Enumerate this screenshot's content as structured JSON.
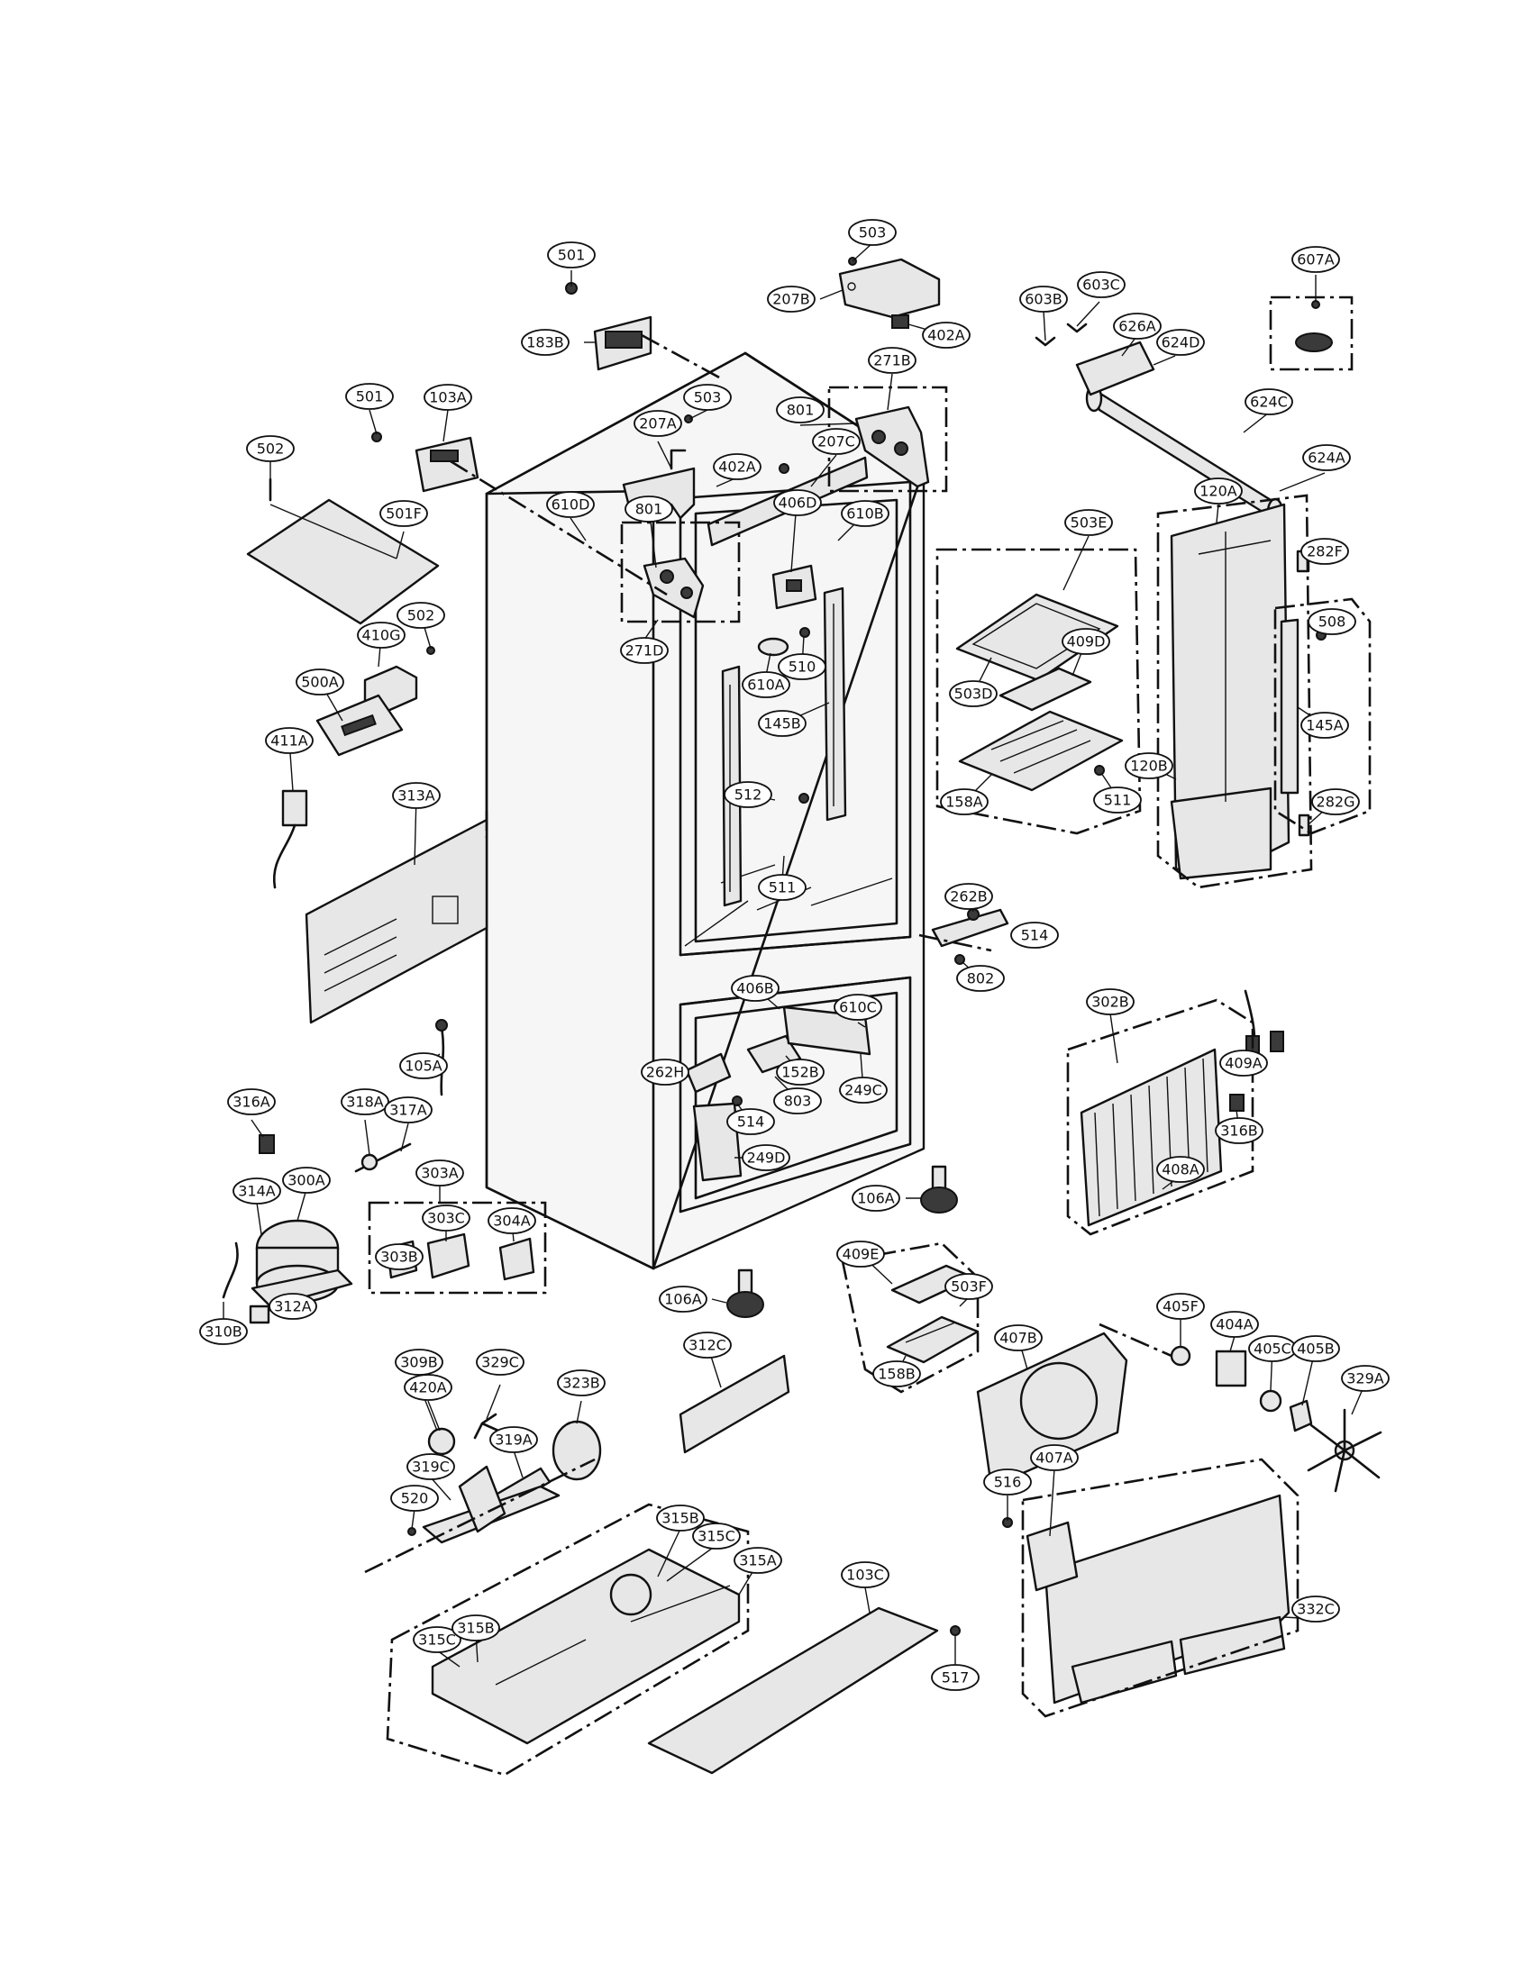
{
  "labels": [
    "501",
    "503",
    "607A",
    "183B",
    "207B",
    "402A",
    "603B",
    "603C",
    "626A",
    "624D",
    "271B",
    "501",
    "103A",
    "503",
    "207A",
    "801",
    "207C",
    "624C",
    "502",
    "402A",
    "624A",
    "501F",
    "610D",
    "801",
    "406D",
    "610B",
    "120A",
    "282F",
    "502",
    "503E",
    "271D",
    "410G",
    "610A",
    "510",
    "409D",
    "508",
    "500A",
    "503D",
    "411A",
    "145B",
    "145A",
    "313A",
    "512",
    "158A",
    "120B",
    "511",
    "282G",
    "511",
    "262B",
    "514",
    "406B",
    "802",
    "610C",
    "105A",
    "262H",
    "302B",
    "152B",
    "409A",
    "803",
    "249C",
    "316A",
    "318A",
    "317A",
    "514",
    "249D",
    "316B",
    "303A",
    "300A",
    "314A",
    "408A",
    "106A",
    "303B",
    "303C",
    "304A",
    "312A",
    "409E",
    "106A",
    "503F",
    "310B",
    "405F",
    "312C",
    "404A",
    "407B",
    "309B",
    "329C",
    "405C",
    "405B",
    "420A",
    "323B",
    "329A",
    "158B",
    "319A",
    "319C",
    "520",
    "516",
    "407A",
    "315B",
    "315C",
    "315A",
    "103C",
    "315C",
    "315B",
    "517",
    "332C"
  ]
}
